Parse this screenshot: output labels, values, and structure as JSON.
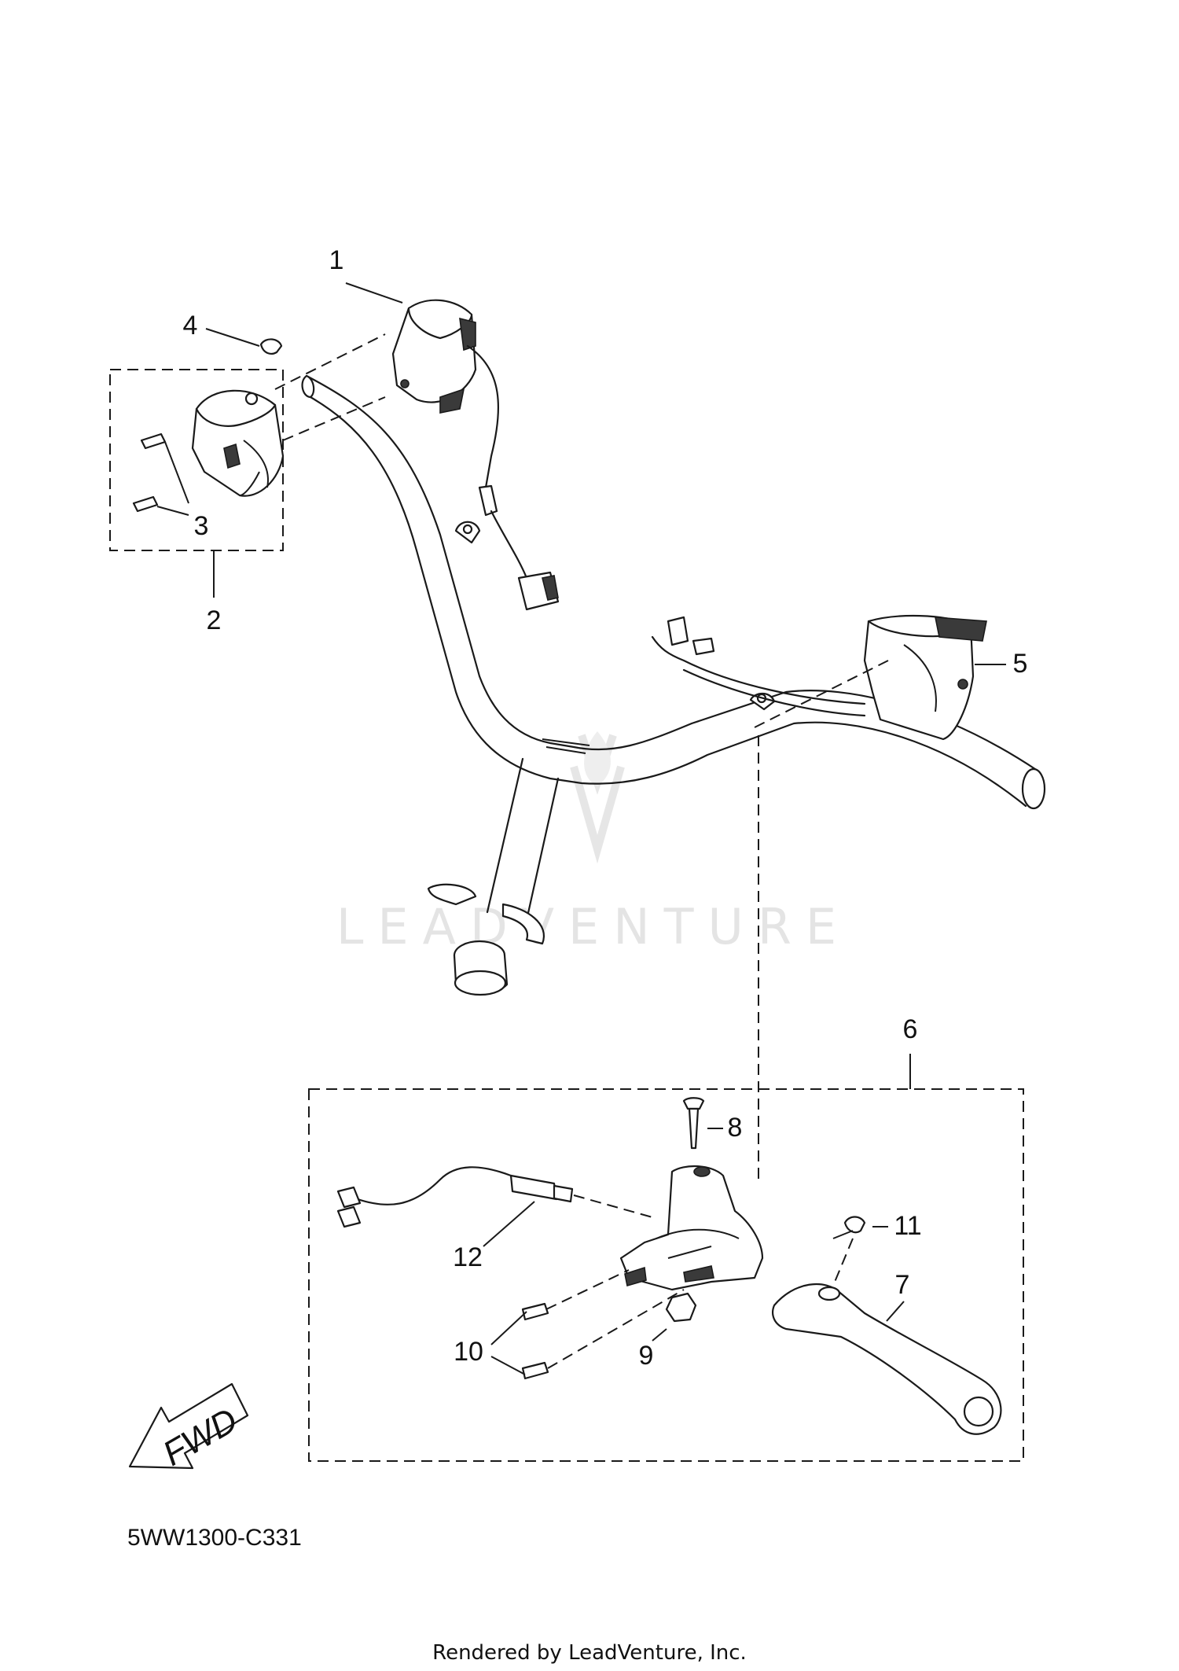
{
  "callouts": {
    "c1": "1",
    "c2": "2",
    "c3": "3",
    "c4": "4",
    "c5": "5",
    "c6": "6",
    "c7": "7",
    "c8": "8",
    "c9": "9",
    "c10": "10",
    "c11": "11",
    "c12": "12"
  },
  "fwd_label": "FWD",
  "diagram_code": "5WW1300-C331",
  "watermark": "LEADVENTURE",
  "footer": "Rendered by LeadVenture, Inc."
}
